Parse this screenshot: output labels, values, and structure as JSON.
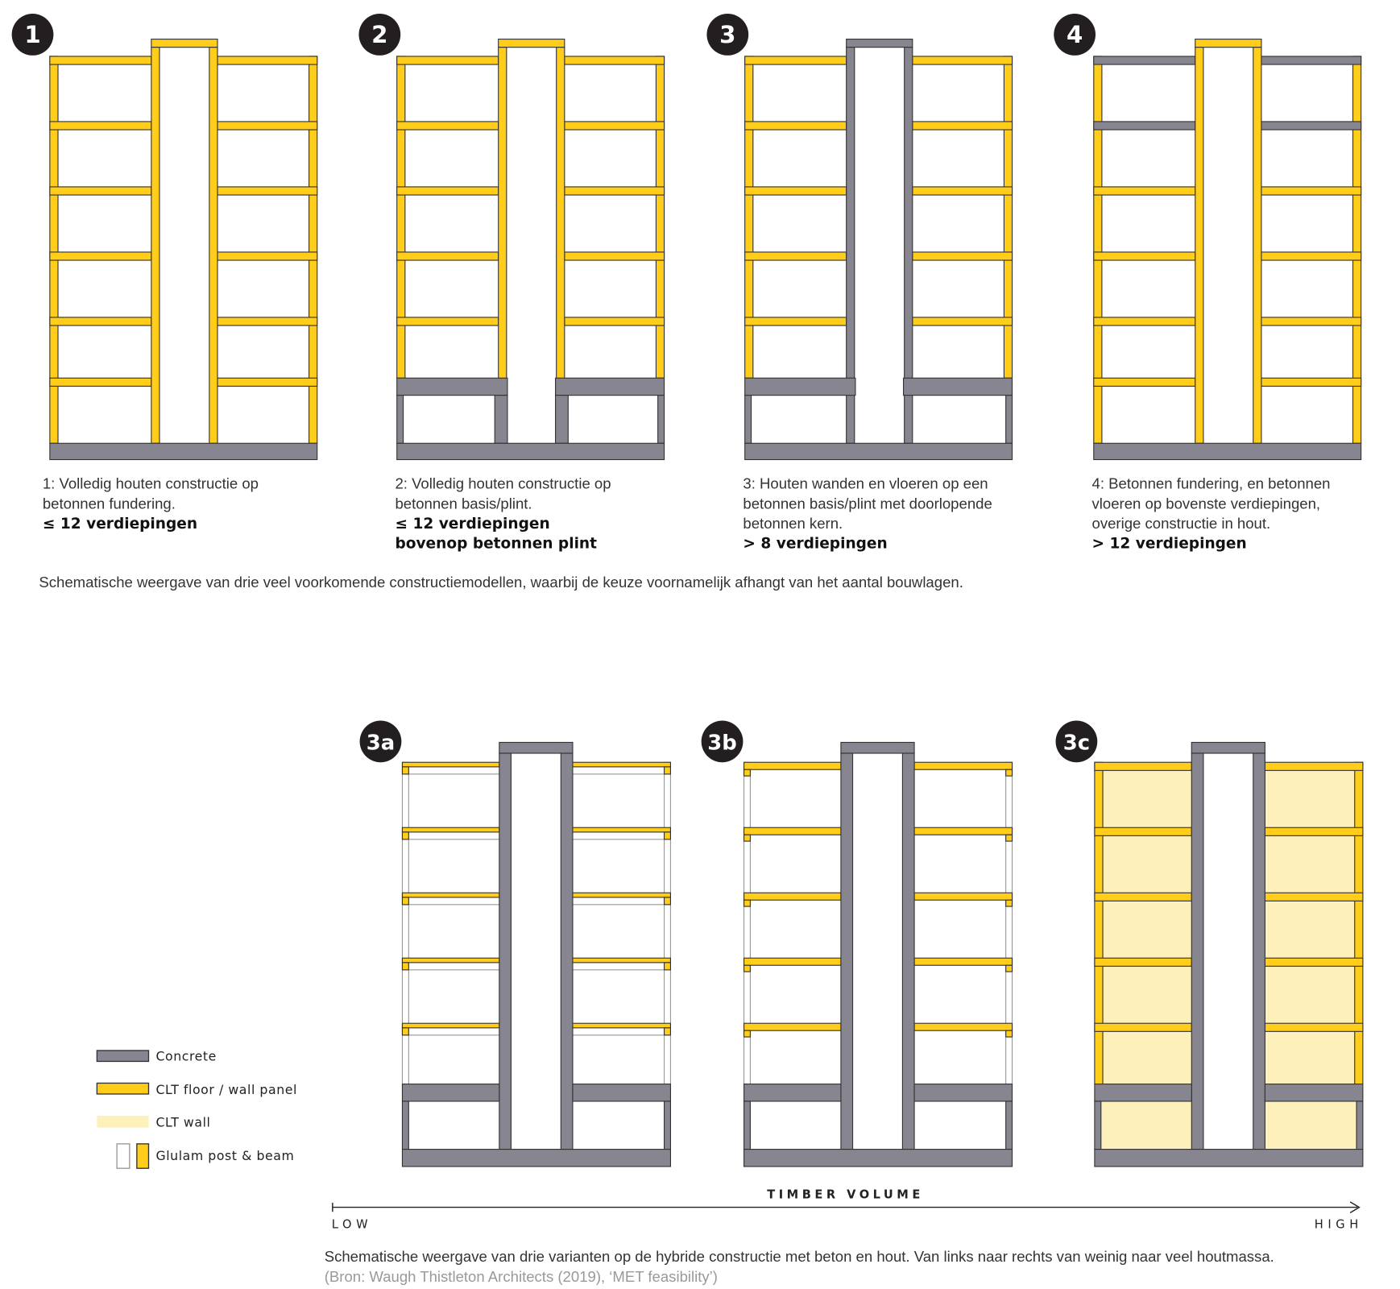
{
  "colors": {
    "concrete": "#878690",
    "clt": "#FFCD1A",
    "clt_wall": "#FEF0BB",
    "outline": "#333333",
    "badge": "#231F20"
  },
  "top_row": [
    {
      "badge": "1",
      "lines": [
        "1: Volledig houten constructie op",
        "betonnen fundering."
      ],
      "bold": [
        "≤ 12 verdiepingen"
      ]
    },
    {
      "badge": "2",
      "lines": [
        "2: Volledig houten constructie op",
        "betonnen basis/plint."
      ],
      "bold": [
        "≤ 12 verdiepingen",
        "bovenop betonnen plint"
      ]
    },
    {
      "badge": "3",
      "lines": [
        "3: Houten wanden en vloeren op een",
        "betonnen basis/plint met doorlopende",
        "betonnen kern."
      ],
      "bold": [
        "> 8 verdiepingen"
      ]
    },
    {
      "badge": "4",
      "lines": [
        "4: Betonnen fundering, en betonnen",
        "vloeren op bovenste verdiepingen,",
        "overige constructie in hout."
      ],
      "bold": [
        "> 12 verdiepingen"
      ]
    }
  ],
  "top_caption": "Schematische weergave van drie veel voorkomende constructiemodellen, waarbij de keuze voornamelijk afhangt van het aantal bouwlagen.",
  "bottom_row": [
    {
      "badge": "3a"
    },
    {
      "badge": "3b"
    },
    {
      "badge": "3c"
    }
  ],
  "legend": {
    "concrete": "Concrete",
    "clt_panel": "CLT floor / wall panel",
    "clt_wall": "CLT wall",
    "glulam": "Glulam post & beam"
  },
  "axis": {
    "title": "TIMBER VOLUME",
    "low": "LOW",
    "high": "HIGH"
  },
  "bottom_caption": "Schematische weergave van drie varianten op de hybride constructie met beton en hout. Van links naar rechts van weinig naar veel houtmassa.",
  "source": "(Bron: Waugh Thistleton Architects (2019), ‘MET feasibility’)"
}
